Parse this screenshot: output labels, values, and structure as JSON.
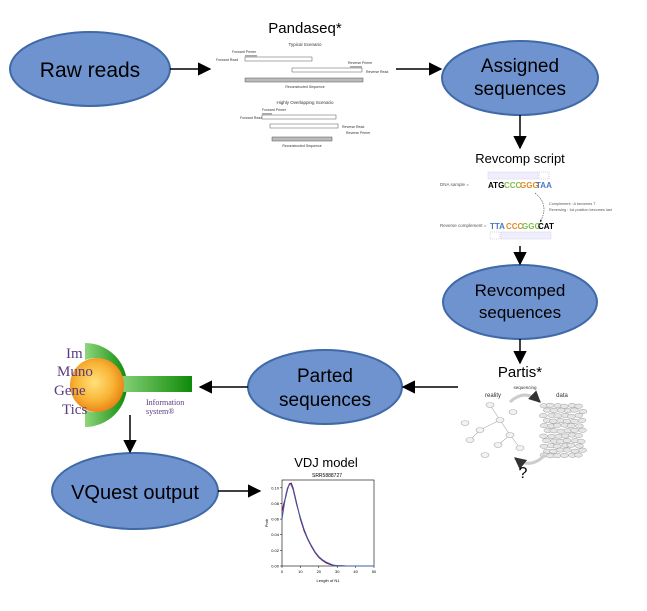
{
  "nodes": {
    "raw_reads": "Raw reads",
    "assigned_l1": "Assigned",
    "assigned_l2": "sequences",
    "revcomped_l1": "Revcomped",
    "revcomped_l2": "sequences",
    "parted_l1": "Parted",
    "parted_l2": "sequences",
    "vquest": "VQuest output"
  },
  "tools": {
    "pandaseq": "Pandaseq*",
    "revcomp": "Revcomp script",
    "partis": "Partis*",
    "vdj": "VDJ model"
  },
  "pandaseq_fig": {
    "typical": "Typical Scenario",
    "forward_primer": "Forward Primer",
    "forward_read": "Forward Read",
    "reverse_primer": "Reverse Primer",
    "reverse_read": "Reverse Read",
    "reconstructed": "Reconstructed Sequence",
    "overlap": "Highly Overlapping Scenario"
  },
  "revcomp_fig": {
    "dna_sample": "DNA sample =",
    "seq": [
      "ATG",
      "CCC",
      "GGG",
      "TAA"
    ],
    "complement_note": "Complement : A becomes T",
    "reversing_note": "Reversing : 1st position becomes last",
    "rev_comp": "Reverse complement =",
    "rev_seq": [
      "TTA",
      "CCC",
      "GGG",
      "CAT"
    ]
  },
  "partis_fig": {
    "reality": "reality",
    "sequencing": "sequencing",
    "data": "data",
    "question": "?"
  },
  "imgt_logo": {
    "l1": "Im",
    "l2": "Muno",
    "l3": "Gene",
    "l4": "Tics",
    "info1": "Information",
    "info2": "system®"
  },
  "chart_data": {
    "type": "line",
    "title": "SRR5888727",
    "xlabel": "Length of N1",
    "ylabel": "Prob",
    "xlim": [
      0,
      50
    ],
    "ylim": [
      0,
      0.11
    ],
    "xticks": [
      0,
      10,
      20,
      30,
      40,
      50
    ],
    "yticks": [
      0.0,
      0.02,
      0.04,
      0.06,
      0.08,
      0.1
    ],
    "series": [
      {
        "color": "#8b0038",
        "x": [
          0,
          1,
          2,
          3,
          4,
          5,
          6,
          7,
          8,
          10,
          12,
          14,
          16,
          18,
          20,
          22,
          24,
          26,
          28,
          30,
          35,
          40,
          45,
          50
        ],
        "y": [
          0.07,
          0.08,
          0.088,
          0.098,
          0.105,
          0.106,
          0.1,
          0.09,
          0.08,
          0.06,
          0.045,
          0.034,
          0.025,
          0.017,
          0.011,
          0.007,
          0.004,
          0.002,
          0.001,
          0.0005,
          0,
          0,
          0,
          0
        ]
      },
      {
        "color": "#3b5bab",
        "x": [
          0,
          1,
          2,
          3,
          4,
          5,
          6,
          7,
          8,
          10,
          12,
          14,
          16,
          18,
          20,
          22,
          24,
          26,
          28,
          30,
          35,
          40,
          45,
          50
        ],
        "y": [
          0.06,
          0.075,
          0.09,
          0.1,
          0.104,
          0.104,
          0.098,
          0.088,
          0.078,
          0.062,
          0.047,
          0.035,
          0.026,
          0.018,
          0.012,
          0.008,
          0.005,
          0.003,
          0.001,
          0.0005,
          0,
          0,
          0,
          0
        ]
      }
    ]
  },
  "colors": {
    "ellipse_fill": "#6f93cf",
    "ellipse_stroke": "#3f6aa7",
    "imgt_green": "#1e9a14",
    "imgt_purple": "#5a3b80"
  }
}
